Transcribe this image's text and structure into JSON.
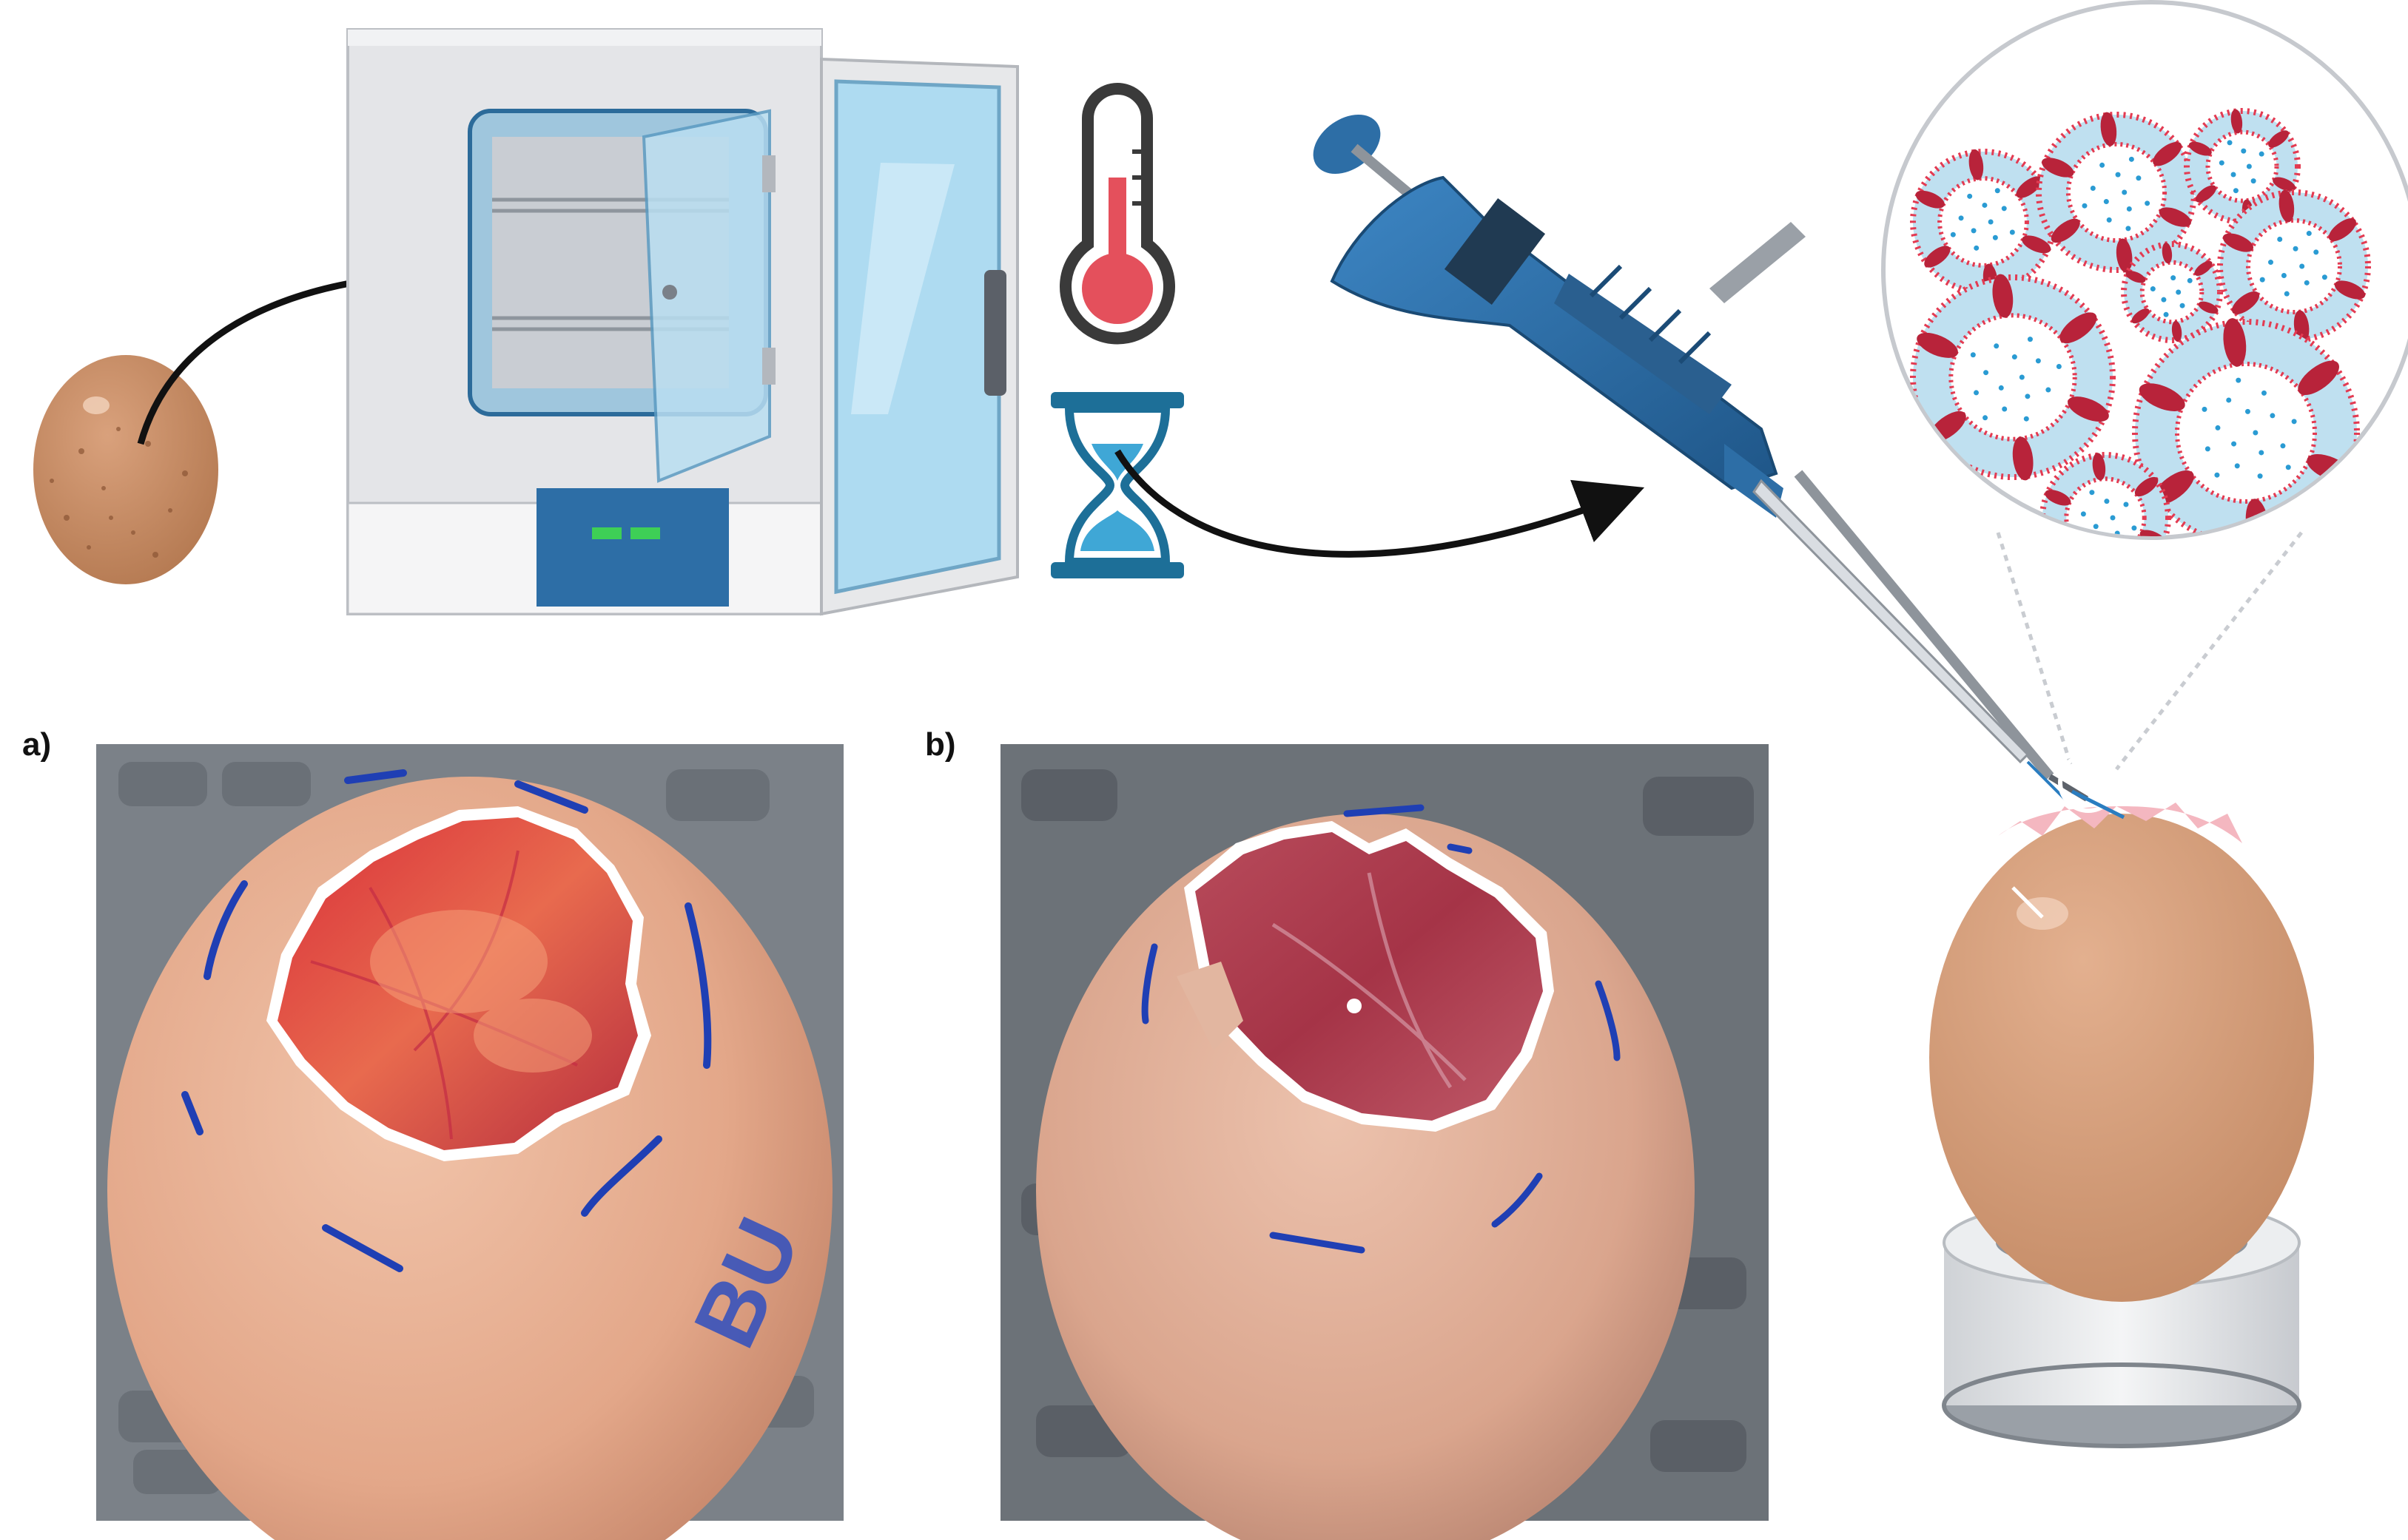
{
  "panels": {
    "a_label": "a)",
    "b_label": "b)"
  },
  "egg_marker_text": "BU",
  "colors": {
    "shell": "#e9a98d",
    "shell_shadow": "#c98568",
    "marker_blue": "#1f3fb4",
    "membrane_red": "#c93a45",
    "pipette_blue": "#2d6ea6",
    "incubator_gray": "#e6e7e9",
    "thermometer_red": "#e4505c",
    "hourglass_teal": "#1d6f98",
    "liposome_red": "#e33b52",
    "liposome_blue": "#bfe0f0"
  },
  "icons": [
    "egg-icon",
    "incubator-icon",
    "thermometer-icon",
    "hourglass-icon",
    "pipette-icon",
    "liposome-zoom-icon",
    "cam-egg-on-stand-icon",
    "arrow-icon"
  ]
}
